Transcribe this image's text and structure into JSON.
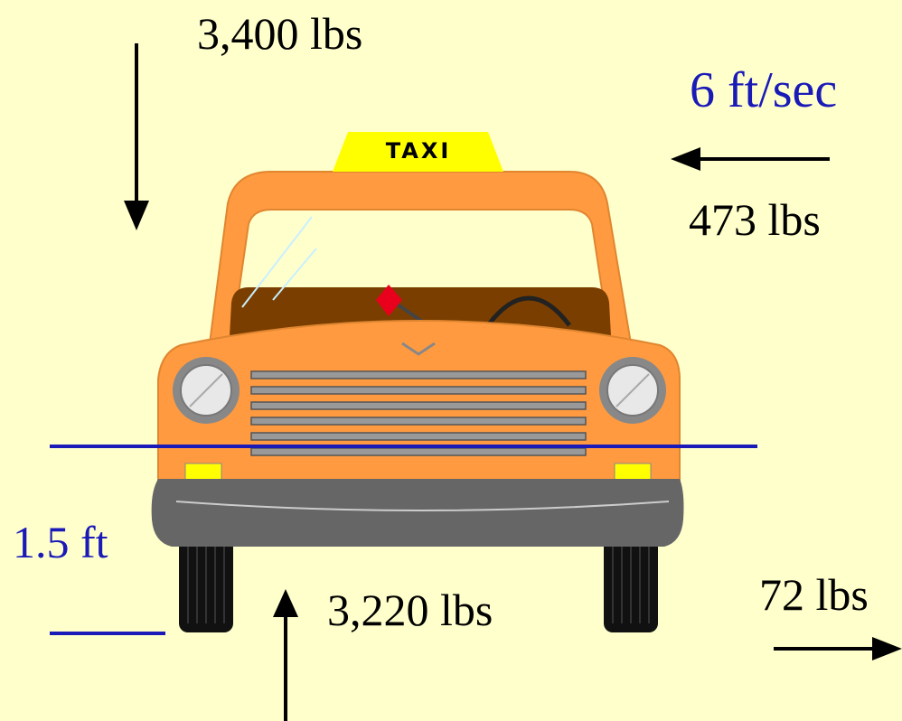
{
  "forces": {
    "weight": "3,400 lbs",
    "drag": "473 lbs",
    "normal": "3,220 lbs",
    "friction": "72 lbs"
  },
  "speed": "6 ft/sec",
  "height": "1.5 ft",
  "taxi_sign": "TAXI",
  "colors": {
    "background": "#FFFFCC",
    "body": "#FF9A40",
    "bumper": "#666666",
    "sign": "#FFFF00",
    "annotation_blue": "#1A1AB8",
    "interior": "#7A3F00"
  }
}
